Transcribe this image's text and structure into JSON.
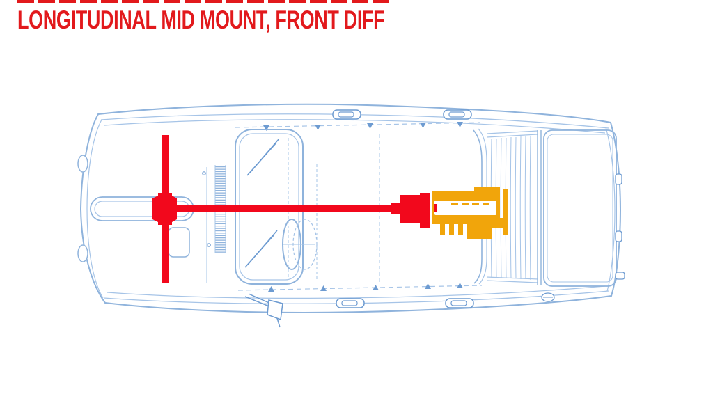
{
  "header": {
    "title": "LONGITUDINAL MID MOUNT, FRONT DIFF"
  },
  "colors": {
    "title_red": "#e2191c",
    "drivetrain_red": "#f2081c",
    "engine_orange": "#f1a50b",
    "blueprint_light": "#a6c4e7",
    "blueprint_medium": "#8fb3dc",
    "blueprint_dark": "#6d9bd1",
    "background": "#ffffff"
  },
  "diagram": {
    "type": "top-down-car-drivetrain-layout",
    "vehicle_facing": "left",
    "components": [
      {
        "name": "car-body-blueprint",
        "color_key": "blueprint_light"
      },
      {
        "name": "front-differential",
        "color_key": "drivetrain_red"
      },
      {
        "name": "front-axle",
        "color_key": "drivetrain_red"
      },
      {
        "name": "driveshaft",
        "color_key": "drivetrain_red"
      },
      {
        "name": "transmission-bellhousing",
        "color_key": "drivetrain_red"
      },
      {
        "name": "engine-block",
        "color_key": "engine_orange"
      }
    ]
  }
}
